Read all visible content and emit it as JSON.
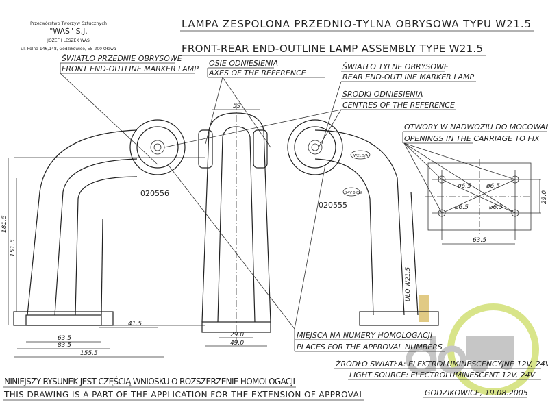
{
  "company": {
    "line1": "Przetwórstwo Tworzyw Sztucznych",
    "name": "\"WAŚ\" S.J.",
    "owners": "JÓZEF I LESZEK WAŚ",
    "address": "ul. Polna 146,148, Godzikowice, 55-200 Oława"
  },
  "title": {
    "pl": "LAMPA ZESPOLONA PRZEDNIO-TYLNA OBRYSOWA TYPU W21.5",
    "en": "FRONT-REAR END-OUTLINE LAMP ASSEMBLY TYPE W21.5"
  },
  "callouts": {
    "front_lamp_pl": "ŚWIATŁO PRZEDNIE OBRYSOWE",
    "front_lamp_en": "FRONT END-OUTLINE MARKER LAMP",
    "axes_pl": "OSIE ODNIESIENIA",
    "axes_en": "AXES OF THE REFERENCE",
    "rear_lamp_pl": "ŚWIATŁO TYLNE OBRYSOWE",
    "rear_lamp_en": "REAR END-OUTLINE MARKER LAMP",
    "centres_pl": "ŚRODKI ODNIESIENIA",
    "centres_en": "CENTRES OF THE REFERENCE",
    "openings_pl": "OTWORY W NADWOZIU DO MOCOWANIA",
    "openings_en": "OPENINGS IN THE CARRIAGE TO FIX",
    "places_pl": "MIEJSCA NA NUMERY HOMOLOGACJI",
    "places_en": "PLACES FOR THE APPROVAL NUMBERS"
  },
  "notes": {
    "source_pl": "ŹRÓDŁO ŚWIATŁA: ELEKTROLUMINESCENCYJNE 12V, 24V",
    "source_en": "LIGHT SOURCE: ELECTROLUMINESCENT 12V, 24V",
    "place_date": "GODZIKOWICE, 19.08.2005",
    "footer_pl": "NINIEJSZY RYSUNEK JEST CZĘŚCIĄ WNIOSKU O ROZSZERZENIE HOMOLOGACJI",
    "footer_en": "THIS DRAWING IS A PART OF THE APPLICATION FOR THE EXTENSION OF APPROVAL"
  },
  "markings": {
    "front_number": "020556",
    "rear_number": "020555",
    "type_label": "W21.5/A",
    "power_label": "24V 0.8W",
    "vertical_label": "ULO W21.5"
  },
  "dimensions": {
    "top_width": "59",
    "height_total": "181.5",
    "height_inner": "151.5",
    "offset": "41.5",
    "base_inner": "63.5",
    "base_outer": "83.5",
    "overall_width": "155.5",
    "side_inner": "29.0",
    "side_outer": "49.0",
    "hole_dia_1": "ø6.5",
    "hole_dia_2": "ø6.5",
    "hole_dia_3": "ø6.5",
    "hole_dia_4": "ø6.5",
    "hole_spacing_v": "29.0",
    "hole_spacing_h": "63.5"
  }
}
